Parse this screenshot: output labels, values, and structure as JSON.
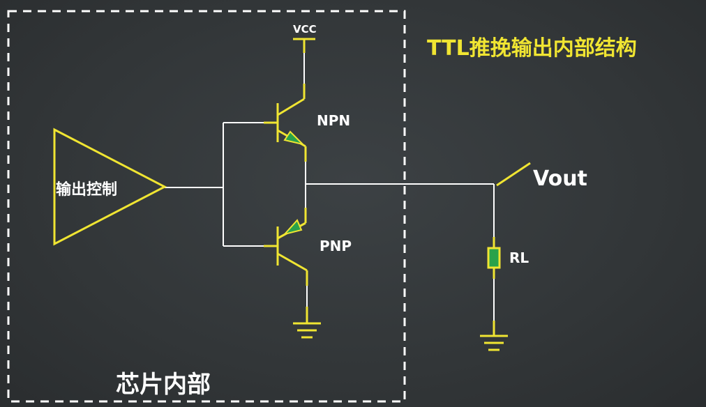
{
  "title": "TTL推挽输出内部结构",
  "chip_label": "芯片内部",
  "driver_label": "输出控制",
  "vcc_label": "VCC",
  "npn_label": "NPN",
  "pnp_label": "PNP",
  "vout_label": "Vout",
  "rl_label": "RL",
  "colors": {
    "background": "#34383a",
    "wire": "#ffffff",
    "component": "#f0e532",
    "arrow": "#2aa24a",
    "title": "#f0e532",
    "text": "#ffffff",
    "dashed_border": "#ffffff"
  }
}
